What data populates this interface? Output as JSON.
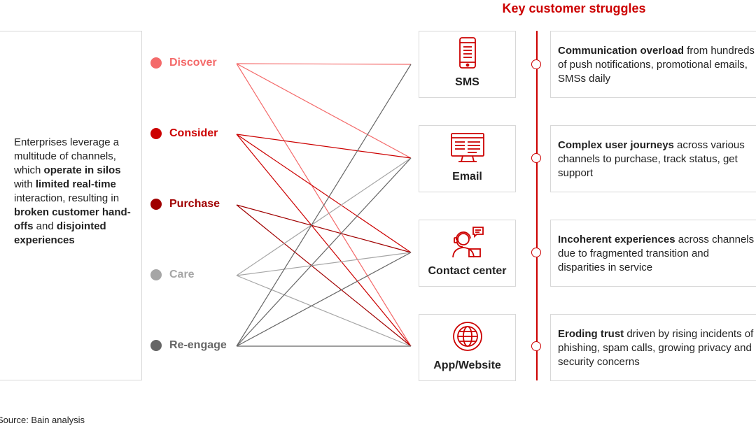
{
  "title": "Key customer struggles",
  "intro": [
    {
      "text": "Enterprises leverage a multitude of channels, which ",
      "bold": false
    },
    {
      "text": "operate in silos",
      "bold": true
    },
    {
      "text": " with ",
      "bold": false
    },
    {
      "text": "limited real-time",
      "bold": true
    },
    {
      "text": " interaction, resulting in ",
      "bold": false
    },
    {
      "text": "broken customer hand-offs",
      "bold": true
    },
    {
      "text": " and ",
      "bold": false
    },
    {
      "text": "disjointed experiences",
      "bold": true
    }
  ],
  "stages": [
    {
      "label": "Discover",
      "color": "#f46a6a"
    },
    {
      "label": "Consider",
      "color": "#cc0000"
    },
    {
      "label": "Purchase",
      "color": "#a00000"
    },
    {
      "label": "Care",
      "color": "#a6a6a6"
    },
    {
      "label": "Re-engage",
      "color": "#666666"
    }
  ],
  "channels": [
    {
      "label": "SMS",
      "icon": "mobile-phone-icon"
    },
    {
      "label": "Email",
      "icon": "email-screen-icon"
    },
    {
      "label": "Contact center",
      "icon": "agent-headset-icon"
    },
    {
      "label": "App/Website",
      "icon": "globe-icon"
    }
  ],
  "links": [
    {
      "stage": "Discover",
      "channel": "SMS"
    },
    {
      "stage": "Discover",
      "channel": "Email"
    },
    {
      "stage": "Discover",
      "channel": "App/Website"
    },
    {
      "stage": "Consider",
      "channel": "Email"
    },
    {
      "stage": "Consider",
      "channel": "Contact center"
    },
    {
      "stage": "Consider",
      "channel": "App/Website"
    },
    {
      "stage": "Purchase",
      "channel": "Contact center"
    },
    {
      "stage": "Purchase",
      "channel": "App/Website"
    },
    {
      "stage": "Care",
      "channel": "Email"
    },
    {
      "stage": "Care",
      "channel": "Contact center"
    },
    {
      "stage": "Care",
      "channel": "App/Website"
    },
    {
      "stage": "Re-engage",
      "channel": "SMS"
    },
    {
      "stage": "Re-engage",
      "channel": "Email"
    },
    {
      "stage": "Re-engage",
      "channel": "Contact center"
    },
    {
      "stage": "Re-engage",
      "channel": "App/Website"
    }
  ],
  "struggles": [
    {
      "bold": "Communication overload",
      "rest": " from hundreds of push notifications, promotional emails, SMSs daily"
    },
    {
      "bold": "Complex user journeys",
      "rest": " across various channels to purchase, track status, get support"
    },
    {
      "bold": "Incoherent experiences",
      "rest": " across channels due to fragmented transition and disparities in service"
    },
    {
      "bold": "Eroding trust",
      "rest": " driven by rising incidents of phishing, spam calls, growing privacy and security concerns"
    }
  ],
  "source": "Source: Bain analysis",
  "accent_color": "#cc0000"
}
